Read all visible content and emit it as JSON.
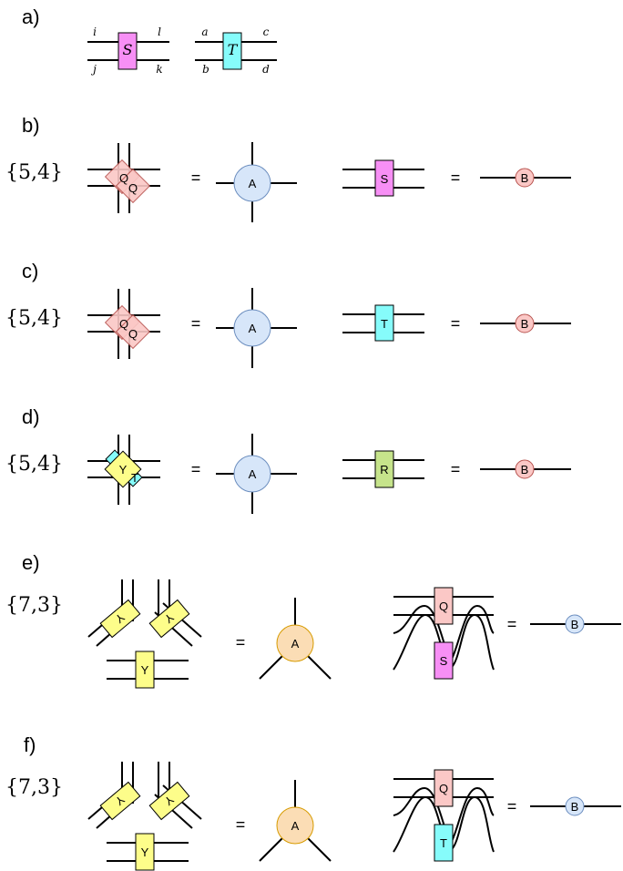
{
  "colors": {
    "S": "#f78ff5",
    "T": "#86fcfb",
    "R": "#c6e48b",
    "Q": "#fbc8c6",
    "Y": "#fdfd8a",
    "A_blue": "#d7e6f9",
    "A_orange": "#fbddb5",
    "B_pink": "#fbc8c6",
    "B_blue": "#d7e6f9",
    "stroke_blue": "#6c8ebf",
    "stroke_orange": "#d79b00",
    "stroke_pink": "#b85450"
  },
  "panel_a": {
    "label": "a)",
    "S": {
      "name": "S",
      "top_left": "i",
      "top_right": "l",
      "bottom_left": "j",
      "bottom_right": "k"
    },
    "T": {
      "name": "T",
      "top_left": "a",
      "top_right": "c",
      "bottom_left": "b",
      "bottom_right": "d"
    }
  },
  "panels": [
    {
      "id": "b",
      "label": "b)",
      "tiling": "{5,4}",
      "tensors": [
        "Q",
        "Q"
      ],
      "tensor_color": "Q",
      "mid_node": "A",
      "rect": "S",
      "rect_color": "S",
      "end_node": "B",
      "equals": "="
    },
    {
      "id": "c",
      "label": "c)",
      "tiling": "{5,4}",
      "tensors": [
        "Q",
        "Q"
      ],
      "tensor_color": "Q",
      "mid_node": "A",
      "rect": "T",
      "rect_color": "T",
      "end_node": "B",
      "equals": "="
    },
    {
      "id": "d",
      "label": "d)",
      "tiling": "{5,4}",
      "tensors": [
        "Y",
        "T"
      ],
      "tensor_color": "Y",
      "mid_node": "A",
      "rect": "R",
      "rect_color": "R",
      "end_node": "B",
      "equals": "="
    },
    {
      "id": "e",
      "label": "e)",
      "tiling": "{7,3}",
      "tensors": [
        "Y",
        "Y",
        "Y"
      ],
      "mid_node": "A",
      "rect_top": "Q",
      "rect_bottom": "S",
      "rect_bottom_color": "S",
      "end_node": "B",
      "equals": "="
    },
    {
      "id": "f",
      "label": "f)",
      "tiling": "{7,3}",
      "tensors": [
        "Y",
        "Y",
        "Y"
      ],
      "mid_node": "A",
      "rect_top": "Q",
      "rect_bottom": "T",
      "rect_bottom_color": "T",
      "end_node": "B",
      "equals": "="
    }
  ]
}
